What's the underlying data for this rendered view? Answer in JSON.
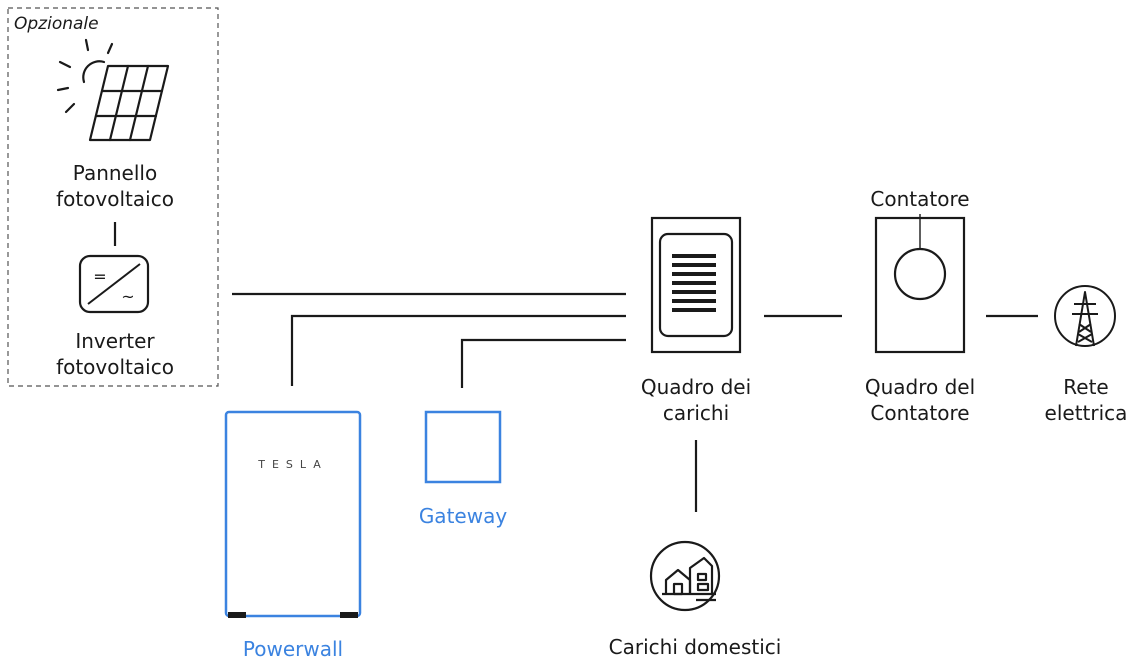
{
  "optional_box": {
    "label": "Opzionale"
  },
  "solar_panel": {
    "label_line1": "Pannello",
    "label_line2": "fotovoltaico"
  },
  "pv_inverter": {
    "label_line1": "Inverter",
    "label_line2": "fotovoltaico",
    "symbol_dc": "=",
    "symbol_ac": "~"
  },
  "powerwall": {
    "label": "Powerwall",
    "brand": "TESLA",
    "color": "#3b83e0"
  },
  "gateway": {
    "label": "Gateway",
    "color": "#3b83e0"
  },
  "load_panel": {
    "label_line1": "Quadro dei",
    "label_line2": "carichi"
  },
  "home_loads": {
    "label": "Carichi domestici"
  },
  "meter_panel": {
    "label_line1": "Quadro del",
    "label_line2": "Contatore",
    "meter_label": "Contatore"
  },
  "grid": {
    "label_line1": "Rete",
    "label_line2": "elettrica"
  },
  "colors": {
    "line": "#1a1a1a",
    "accent": "#3b83e0"
  }
}
